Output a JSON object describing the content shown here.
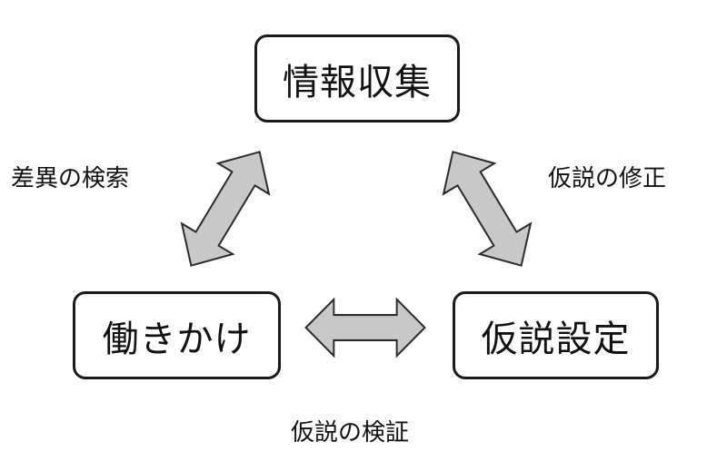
{
  "nodes": {
    "top": "情報収集",
    "left": "働きかけ",
    "right": "仮説設定"
  },
  "edges": {
    "left_diagonal": "差異の検索",
    "right_diagonal": "仮説の修正",
    "horizontal": "仮説の検証"
  },
  "colors": {
    "arrow_fill": "#c8c8c8",
    "arrow_stroke": "#2a2a2a",
    "box_border": "#1a1a1a"
  },
  "icons": [
    "double-arrow-icon"
  ]
}
